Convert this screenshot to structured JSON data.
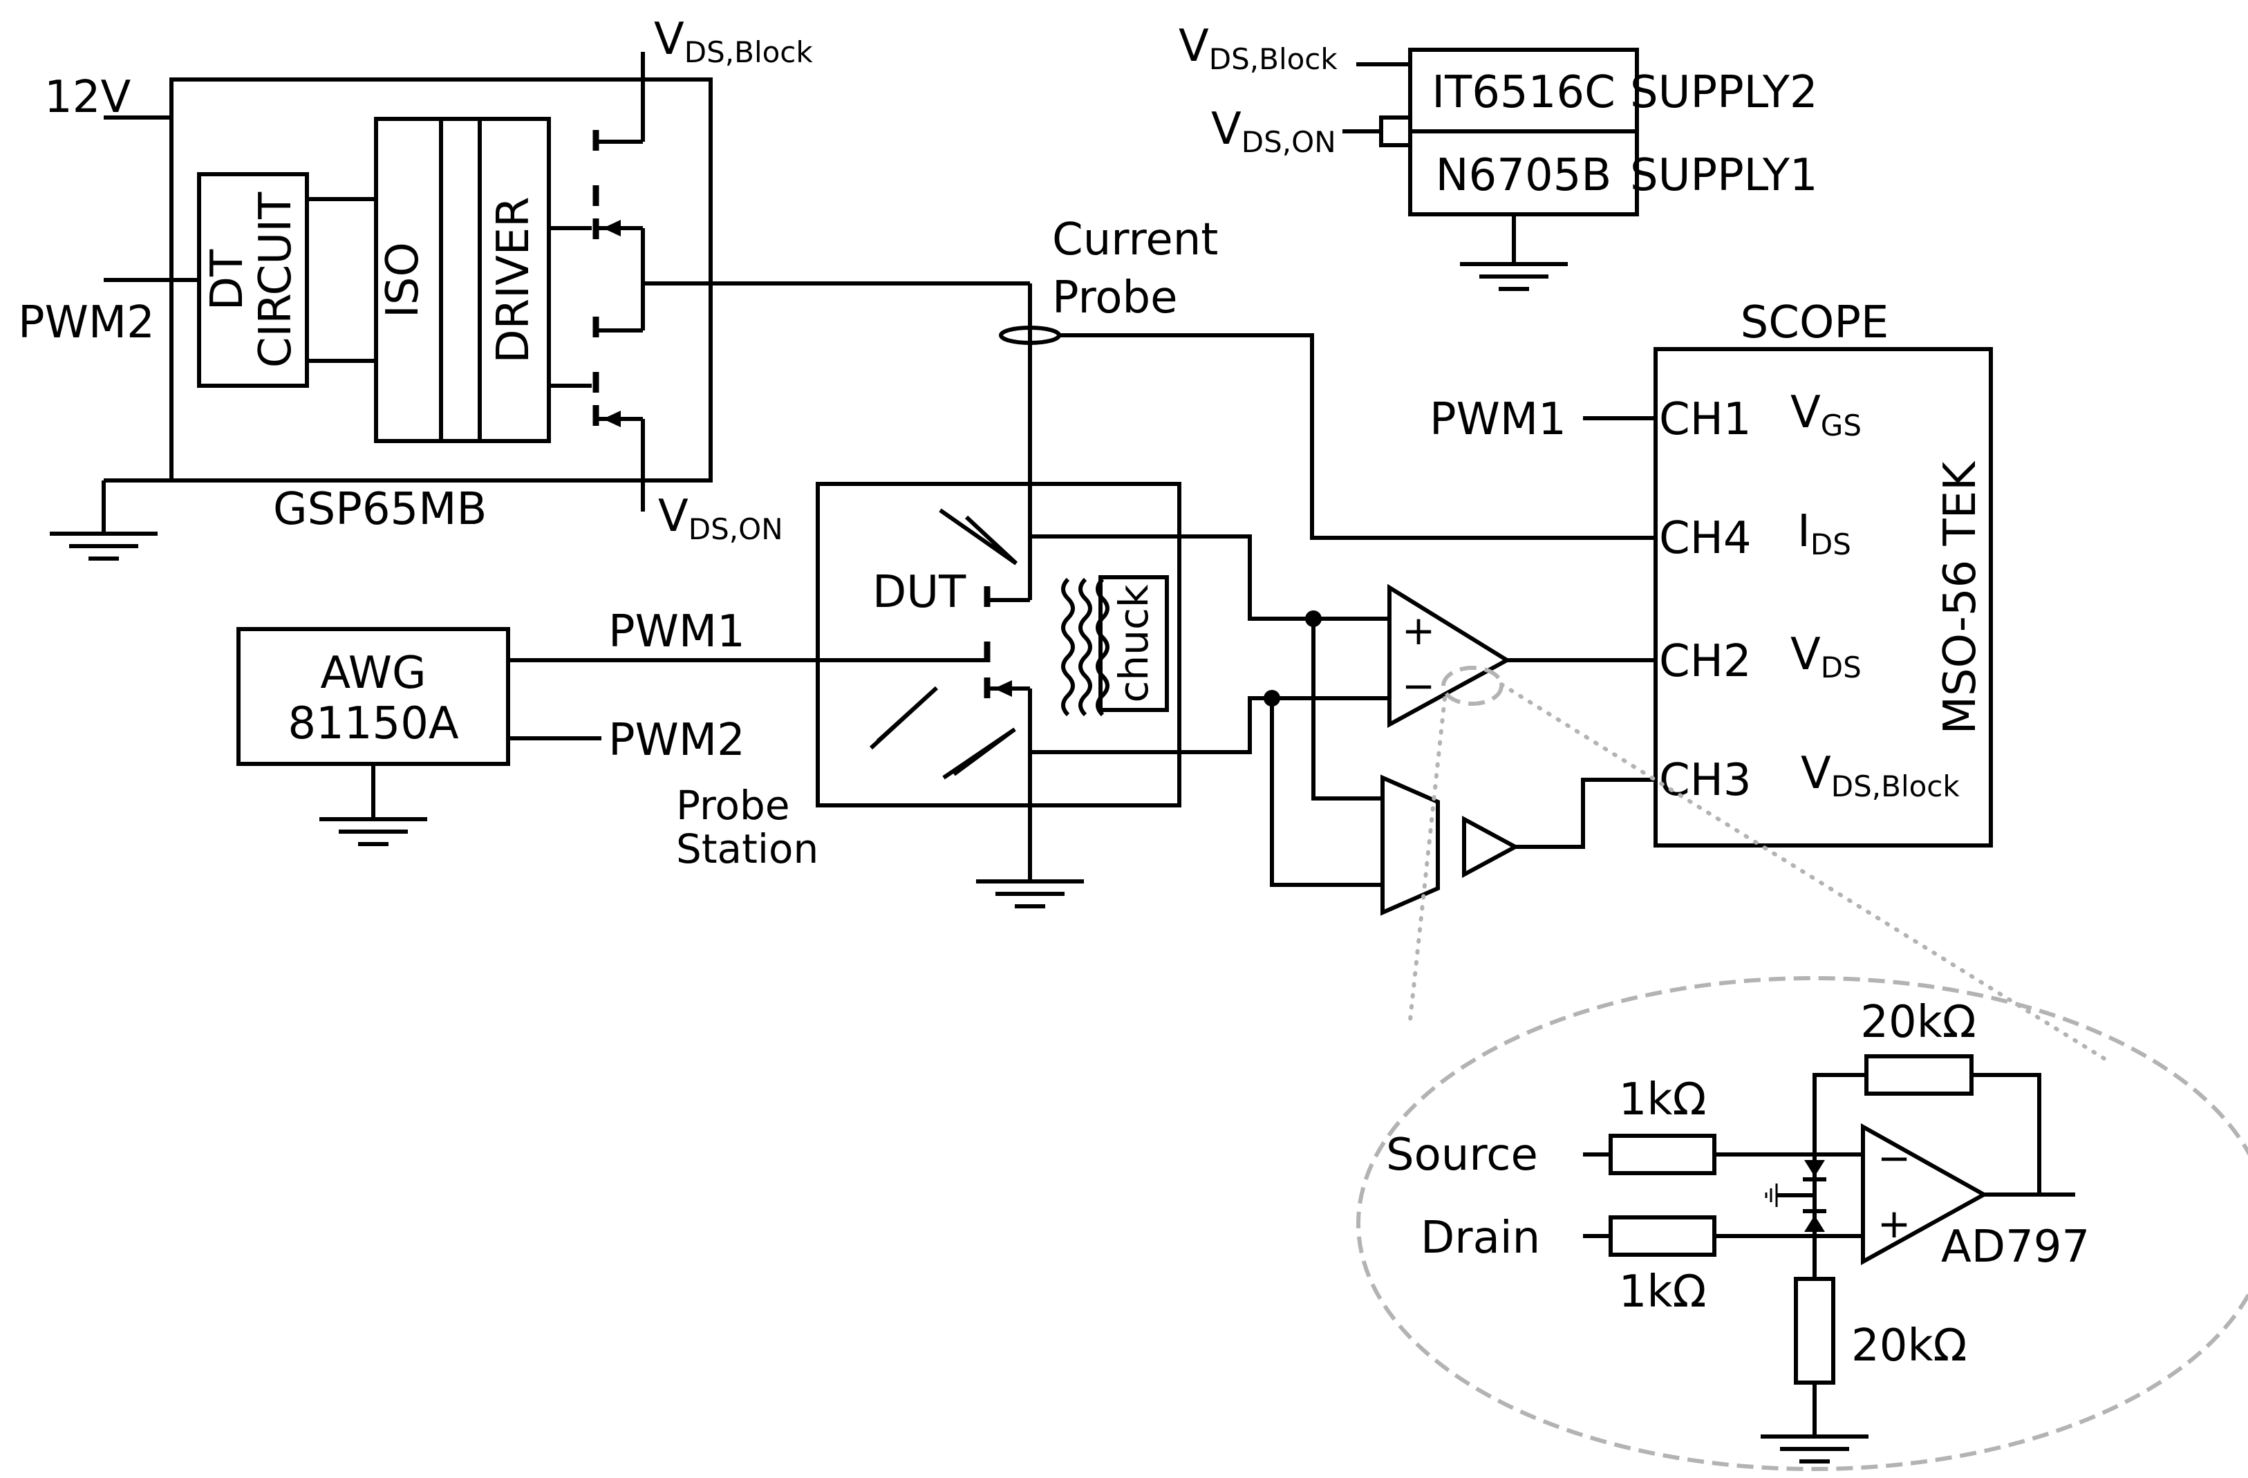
{
  "gate_driver": {
    "supply_label": "12V",
    "pwm_input_label": "PWM2",
    "dt_circuit_label_1": "DT",
    "dt_circuit_label_2": "CIRCUIT",
    "iso_label": "ISO",
    "driver_label": "DRIVER",
    "board_label": "GSP65MB",
    "top_rail_label": "V",
    "top_rail_sub": "DS,Block",
    "bottom_rail_label": "V",
    "bottom_rail_sub": "DS,ON"
  },
  "supplies": {
    "block_input_label": "V",
    "block_input_sub": "DS,Block",
    "on_input_label": "V",
    "on_input_sub": "DS,ON",
    "supply2_model": "IT6516C",
    "supply2_label": "SUPPLY2",
    "supply1_model": "N6705B",
    "supply1_label": "SUPPLY1"
  },
  "current_probe": {
    "label_line1": "Current",
    "label_line2": "Probe"
  },
  "scope": {
    "title": "SCOPE",
    "model": "MSO-56 TEK",
    "pwm_input_label": "PWM1",
    "channels": [
      {
        "name": "CH1",
        "signal": "V",
        "signal_sub": "GS"
      },
      {
        "name": "CH4",
        "signal": "I",
        "signal_sub": "DS"
      },
      {
        "name": "CH2",
        "signal": "V",
        "signal_sub": "DS"
      },
      {
        "name": "CH3",
        "signal": "V",
        "signal_sub": "DS,Block"
      }
    ]
  },
  "probe_station": {
    "dut_label": "DUT",
    "chuck_label": "chuck",
    "label_line1": "Probe",
    "label_line2": "Station"
  },
  "awg": {
    "label_line1": "AWG",
    "label_line2": "81150A",
    "output1_label": "PWM1",
    "output2_label": "PWM2"
  },
  "amplifier_detail": {
    "feedback_resistor": "20kΩ",
    "source_label": "Source",
    "drain_label": "Drain",
    "input_resistor_top": "1kΩ",
    "input_resistor_bottom": "1kΩ",
    "ground_resistor": "20kΩ",
    "opamp_model": "AD797",
    "minus_sign": "−",
    "plus_sign": "+"
  },
  "diff_amp": {
    "plus_sign": "+",
    "minus_sign": "−"
  }
}
